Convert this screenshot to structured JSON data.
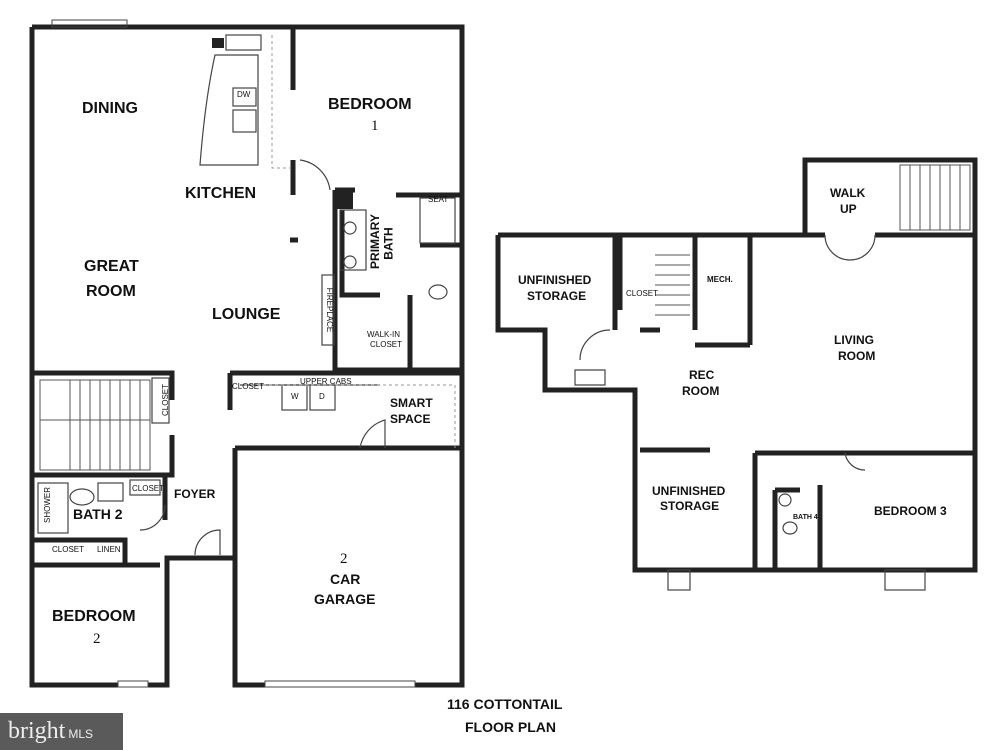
{
  "title": {
    "line1": "116 COTTONTAIL",
    "line2": "FLOOR PLAN"
  },
  "main_floor": {
    "dining": "DINING",
    "kitchen": "KITCHEN",
    "great_room_1": "GREAT",
    "great_room_2": "ROOM",
    "lounge": "LOUNGE",
    "bedroom1": "BEDROOM",
    "bedroom1_num": "1",
    "primary_bath_1": "PRIMARY",
    "primary_bath_2": "BATH",
    "fireplace": "FIREPLACE",
    "walkin_1": "WALK-IN",
    "walkin_2": "CLOSET",
    "seat": "SEAT",
    "dw": "DW",
    "closet": "CLOSET",
    "upper_cabs": "UPPER CABS",
    "washer": "W",
    "dryer": "D",
    "smart_1": "SMART",
    "smart_2": "SPACE",
    "foyer": "FOYER",
    "bath2": "BATH 2",
    "shower": "SHOWER",
    "linen": "LINEN",
    "bedroom2": "BEDROOM",
    "bedroom2_num": "2",
    "garage_num": "2",
    "garage_1": "CAR",
    "garage_2": "GARAGE"
  },
  "lower_floor": {
    "walkup_1": "WALK",
    "walkup_2": "UP",
    "unf1_1": "UNFINISHED",
    "unf1_2": "STORAGE",
    "closet": "CLOSET",
    "mech": "MECH.",
    "living_1": "LIVING",
    "living_2": "ROOM",
    "rec_1": "REC",
    "rec_2": "ROOM",
    "unf2_1": "UNFINISHED",
    "unf2_2": "STORAGE",
    "bath4": "BATH 4",
    "bedroom3": "BEDROOM 3"
  },
  "logo": {
    "brand": "bright",
    "suffix": "MLS"
  }
}
